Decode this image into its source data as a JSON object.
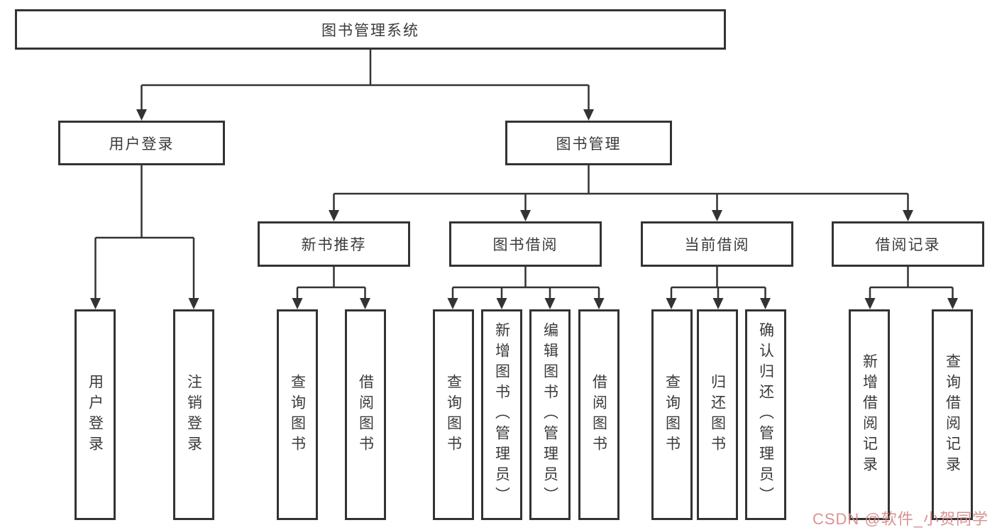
{
  "diagram_type": "hierarchy-tree",
  "tree": {
    "label": "图书管理系统",
    "children": [
      {
        "label": "用户登录",
        "children": [
          {
            "label": "用户登录"
          },
          {
            "label": "注销登录"
          }
        ]
      },
      {
        "label": "图书管理",
        "children": [
          {
            "label": "新书推荐",
            "children": [
              {
                "label": "查询图书"
              },
              {
                "label": "借阅图书"
              }
            ]
          },
          {
            "label": "图书借阅",
            "children": [
              {
                "label": "查询图书"
              },
              {
                "label": "新增图书（管理员）"
              },
              {
                "label": "编辑图书（管理员）"
              },
              {
                "label": "借阅图书"
              }
            ]
          },
          {
            "label": "当前借阅",
            "children": [
              {
                "label": "查询图书"
              },
              {
                "label": "归还图书"
              },
              {
                "label": "确认归还（管理员）"
              }
            ]
          },
          {
            "label": "借阅记录",
            "children": [
              {
                "label": "新增借阅记录"
              },
              {
                "label": "查询借阅记录"
              }
            ]
          }
        ]
      }
    ]
  },
  "watermark": {
    "text": "CSDN @软件_小贺同学"
  },
  "colors": {
    "box_border": "#333333",
    "connector_line": "#333333",
    "text": "#3a3a3a",
    "watermark": "#d68686",
    "background": "#ffffff"
  }
}
